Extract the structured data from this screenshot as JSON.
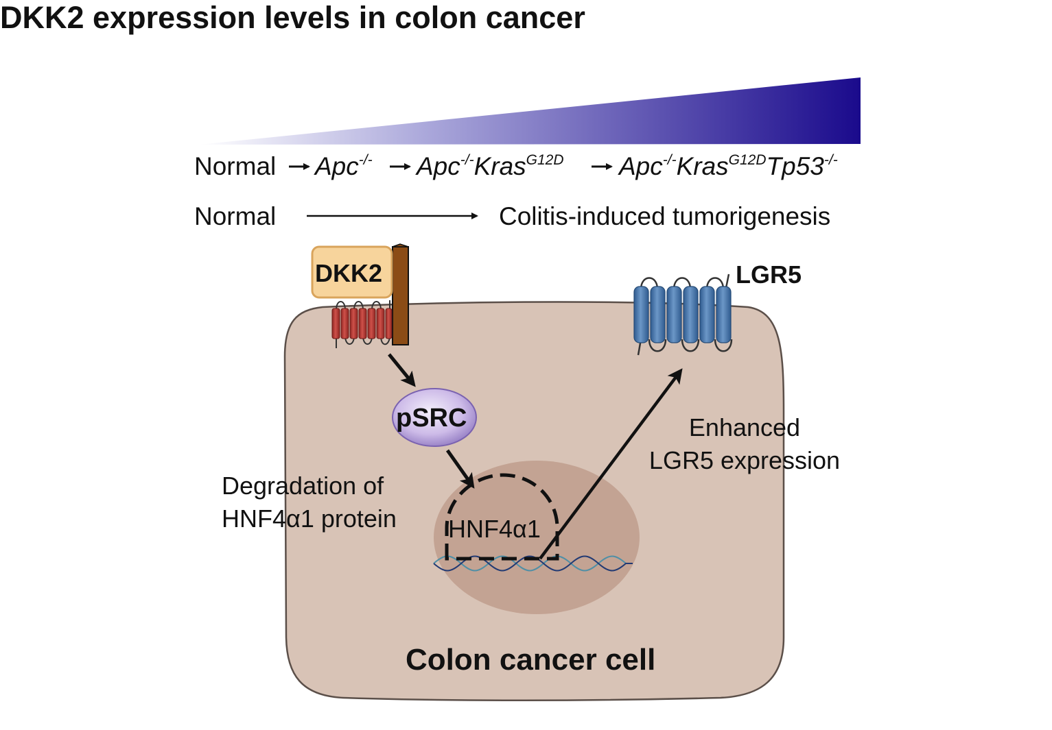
{
  "title": "DKK2 expression levels in colon cancer",
  "gradient": {
    "from_color": "#ffffff",
    "to_color": "#1a0a8c",
    "meaning": "increasing"
  },
  "progression_row1": {
    "normal": "Normal",
    "apc_base": "Apc",
    "apc_sup": "-/-",
    "kras_base": "Kras",
    "kras_sup": "G12D",
    "tp53_base": "Tp53",
    "tp53_sup": "-/-"
  },
  "progression_row2": {
    "start": "Normal",
    "end": "Colitis-induced tumorigenesis"
  },
  "diagram": {
    "dkk2_label": "DKK2",
    "lgr5_label": "LGR5",
    "psrc_label": "pSRC",
    "hnf4a1_label": "HNF4α1",
    "degradation_line1": "Degradation of",
    "degradation_line2": "HNF4α1 protein",
    "enhanced_line1": "Enhanced",
    "enhanced_line2": "LGR5 expression",
    "cell_label": "Colon cancer cell",
    "colors": {
      "cell_fill": "#d8c3b6",
      "nucleus_fill": "#c3a393",
      "dkk2_fill": "#f7d49c",
      "receptor_red": "#b23a34",
      "lrp_brown": "#8b4c16",
      "lgr5_blue": "#4a78ad",
      "psrc_fill": "#cdbbe8"
    }
  }
}
